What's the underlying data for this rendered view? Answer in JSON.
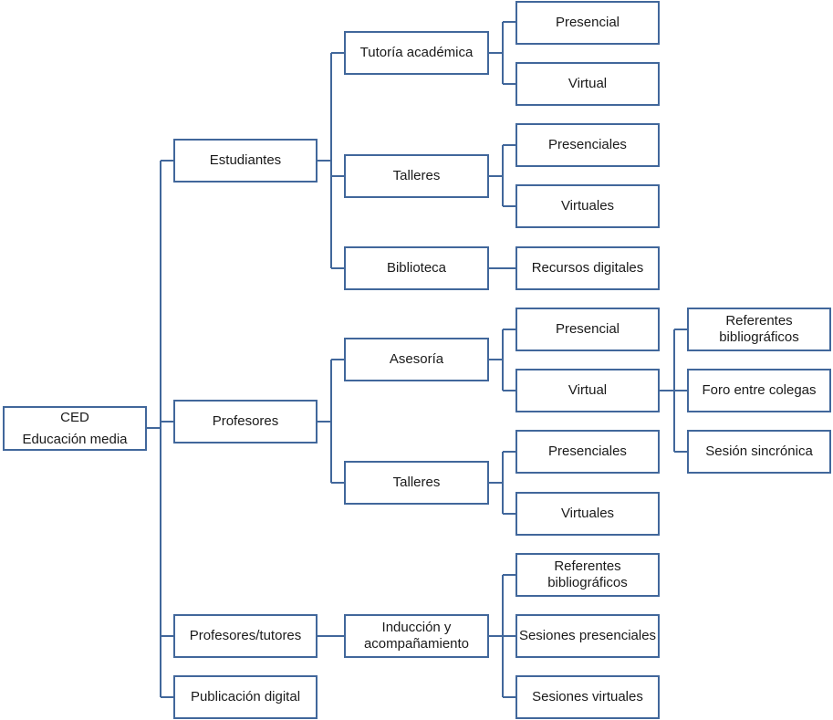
{
  "root": {
    "line1": "CED",
    "line2": "Educación media"
  },
  "level1": {
    "estudiantes": "Estudiantes",
    "profesores": "Profesores",
    "profesores_tutores": "Profesores/tutores",
    "publicacion_digital": "Publicación digital"
  },
  "level2": {
    "tutoria_academica": "Tutoría académica",
    "talleres_estudiantes": "Talleres",
    "biblioteca": "Biblioteca",
    "asesoria": "Asesoría",
    "talleres_profesores": "Talleres",
    "induccion": {
      "line1": "Inducción y",
      "line2": "acompañamiento"
    }
  },
  "level3": {
    "tutoria_presencial": "Presencial",
    "tutoria_virtual": "Virtual",
    "talleres_presenciales_1": "Presenciales",
    "talleres_virtuales_1": "Virtuales",
    "recursos_digitales": "Recursos digitales",
    "asesoria_presencial": "Presencial",
    "asesoria_virtual": "Virtual",
    "talleres_presenciales_2": "Presenciales",
    "talleres_virtuales_2": "Virtuales",
    "referentes": {
      "line1": "Referentes",
      "line2": "bibliográficos"
    },
    "sesiones_presenciales": "Sesiones presenciales",
    "sesiones_virtuales": "Sesiones virtuales"
  },
  "level4": {
    "referentes": {
      "line1": "Referentes",
      "line2": "bibliográficos"
    },
    "foro": "Foro entre colegas",
    "sesion_sincronica": "Sesión sincrónica"
  },
  "colors": {
    "border": "#41679b",
    "text": "#1a1a1a",
    "background": "#ffffff"
  }
}
